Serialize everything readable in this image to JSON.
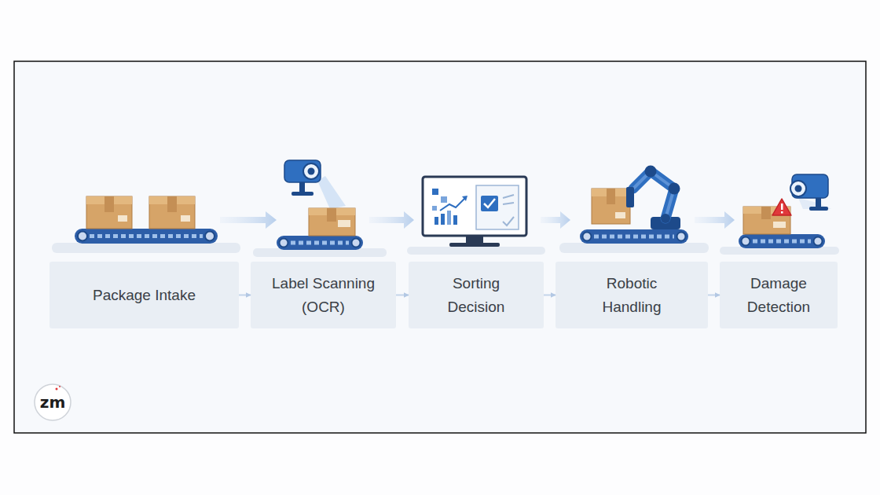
{
  "diagram": {
    "nodes": [
      {
        "text": [
          "Package Intake"
        ]
      },
      {
        "text": [
          "Label Scanning (OCR)"
        ]
      },
      {
        "text": [
          "Sorting Decision"
        ]
      },
      {
        "text": [
          "Robotic Handling"
        ]
      },
      {
        "text": [
          "Damage Detection"
        ]
      }
    ],
    "edges": [
      {
        "from": 0,
        "to": 1,
        "arrow": "to"
      },
      {
        "from": 1,
        "to": 2,
        "arrow": "to"
      },
      {
        "from": 2,
        "to": 3,
        "arrow": "to"
      },
      {
        "from": 3,
        "to": 4,
        "arrow": "to"
      }
    ],
    "labels": [
      "zm"
    ]
  }
}
